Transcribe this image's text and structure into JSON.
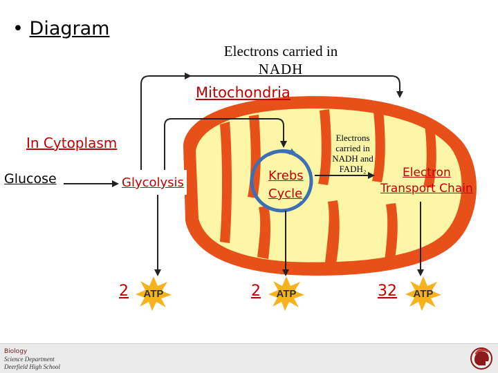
{
  "slide": {
    "bullet": "•",
    "title": "Diagram"
  },
  "diagram": {
    "top_label_line1": "Electrons carried in",
    "top_label_line2": "NADH",
    "mitochondria_label": "Mitochondria",
    "cytoplasm_label": "In Cytoplasm",
    "glucose_label": "Glucose",
    "glycolysis_label": "Glycolysis",
    "krebs_line1": "Krebs",
    "krebs_line2": "Cycle",
    "electrons_lines": [
      "Electrons",
      "carried in",
      "NADH and",
      "FADH₂"
    ],
    "etc_line1": "Electron",
    "etc_line2": "Transport Chain",
    "atp_counts": [
      "2",
      "2",
      "32"
    ],
    "atp_text": "ATP"
  },
  "colors": {
    "membrane_outer": "#e8501a",
    "matrix_fill": "#fdf6a6",
    "cristae": "#e8501a",
    "accent_red": "#c00000",
    "starburst": "#f7b21e",
    "krebs_ring": "#3d6fb5"
  },
  "footer": {
    "dept_line1": "Biology",
    "dept_line2": "Science Department",
    "dept_line3": "Deerfield High School",
    "logo_icon": "spartan-helmet-icon"
  }
}
